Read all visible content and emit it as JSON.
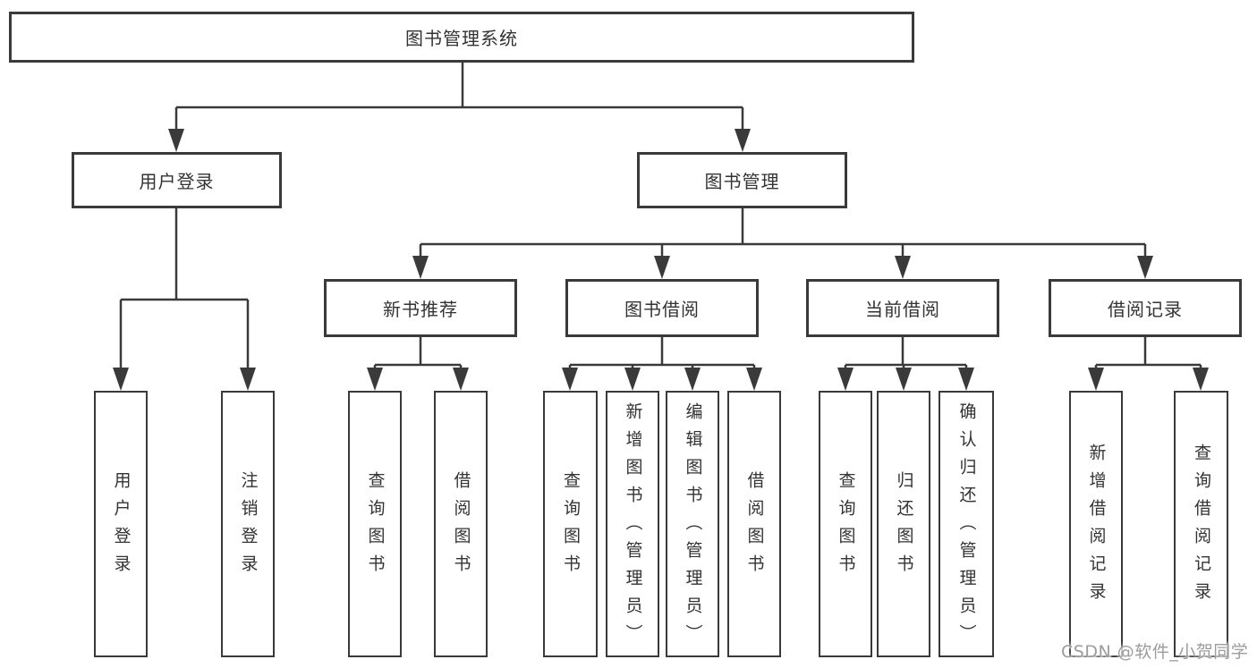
{
  "diagram": {
    "root": {
      "label": "图书管理系统"
    },
    "branches": [
      {
        "label": "用户登录",
        "children": [
          {
            "label": "用户登录"
          },
          {
            "label": "注销登录"
          }
        ]
      },
      {
        "label": "图书管理",
        "children": [
          {
            "label": "新书推荐",
            "children": [
              {
                "label": "查询图书"
              },
              {
                "label": "借阅图书"
              }
            ]
          },
          {
            "label": "图书借阅",
            "children": [
              {
                "label": "查询图书"
              },
              {
                "label": "新增图书（管理员）"
              },
              {
                "label": "编辑图书（管理员）"
              },
              {
                "label": "借阅图书"
              }
            ]
          },
          {
            "label": "当前借阅",
            "children": [
              {
                "label": "查询图书"
              },
              {
                "label": "归还图书"
              },
              {
                "label": "确认归还（管理员）"
              }
            ]
          },
          {
            "label": "借阅记录",
            "children": [
              {
                "label": "新增借阅记录"
              },
              {
                "label": "查询借阅记录"
              }
            ]
          }
        ]
      }
    ],
    "colors": {
      "line": "#3a3a3a",
      "box_border": "#3a3a3a",
      "box_fill": "#ffffff",
      "text": "#333333"
    }
  },
  "watermark": {
    "text": "CSDN @软件_小贺同学",
    "color": "#9c9c9c"
  }
}
